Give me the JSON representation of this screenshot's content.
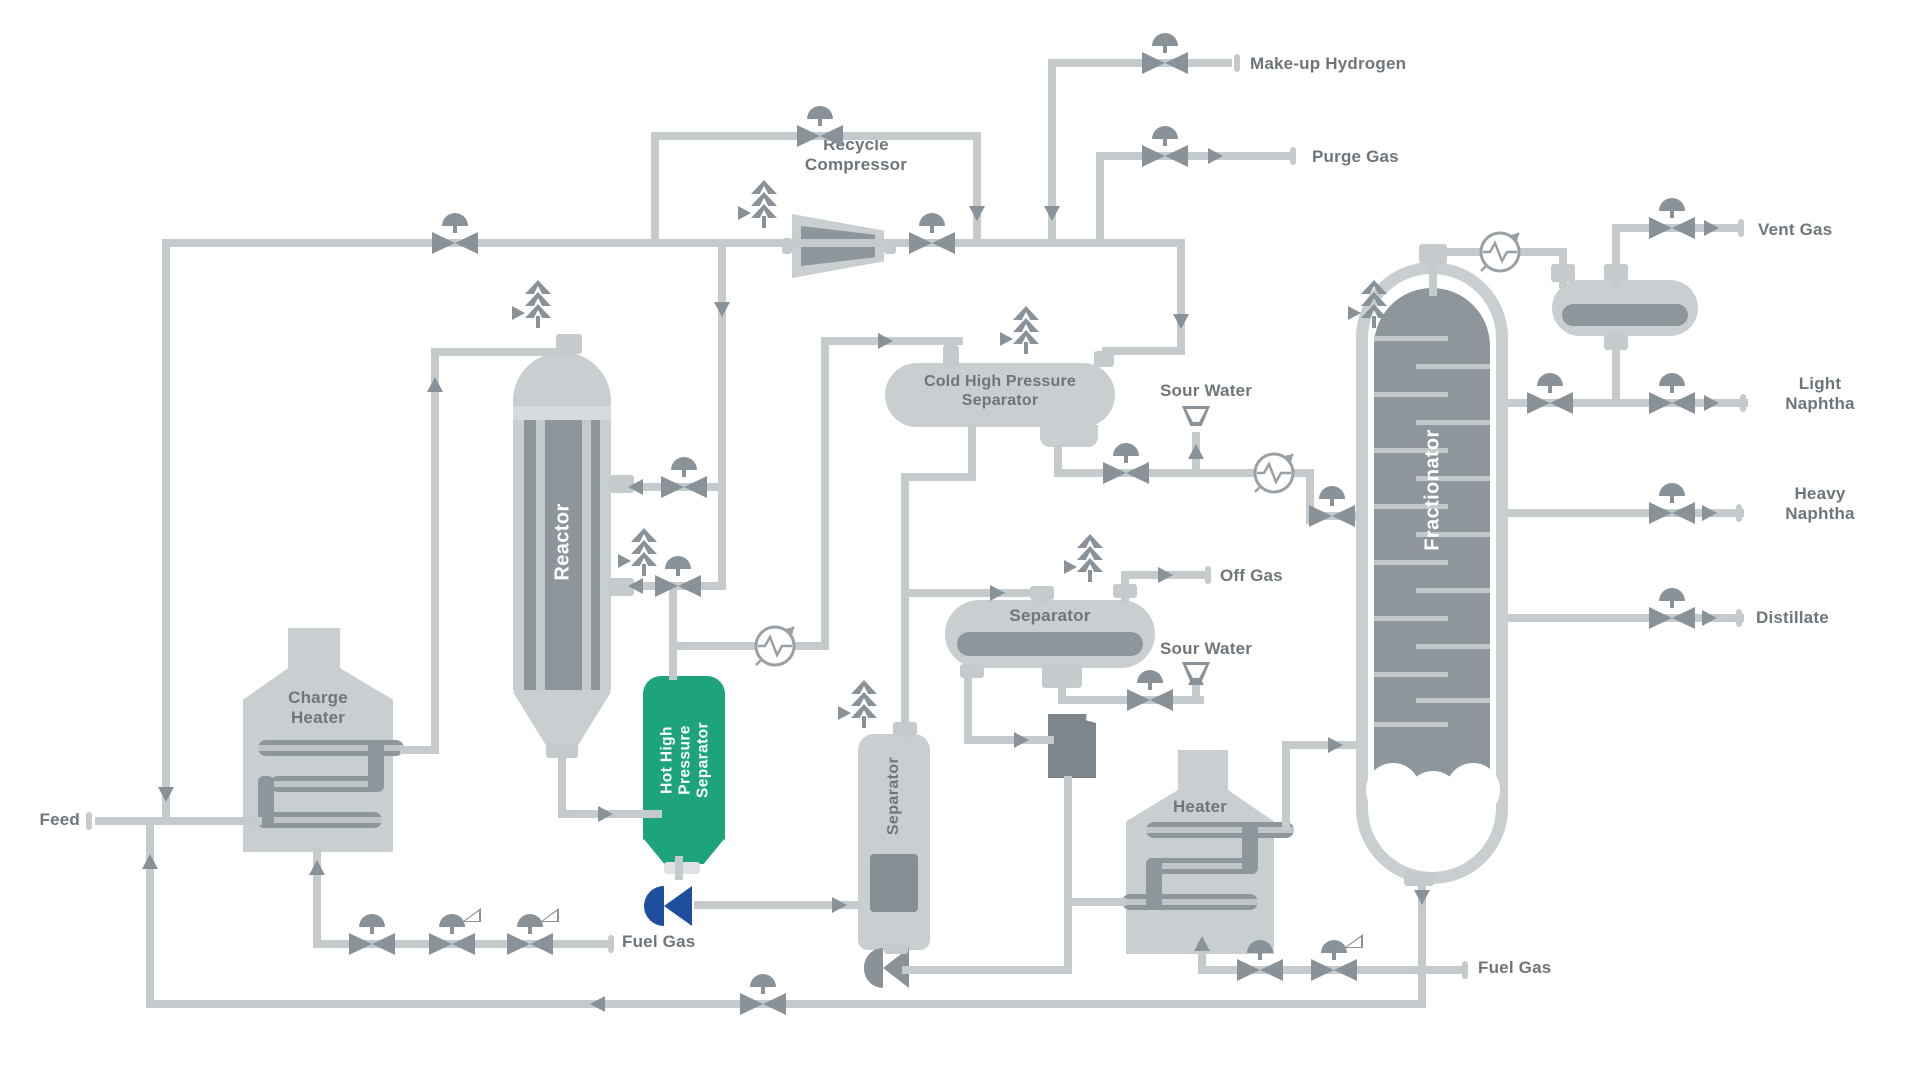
{
  "colors": {
    "background": "#ffffff",
    "pipe_gray": "#c5cacd",
    "vessel_gray": "#c9ced1",
    "internals_gray": "#8f969b",
    "hardware_gray": "#8a9299",
    "label_gray": "#6e767b",
    "highlight_green": "#1ea47c",
    "valve_blue": "#1e4f9f"
  },
  "highlighted_equipment": "hot_high_pressure_separator",
  "labels": {
    "feed": "Feed",
    "charge_heater": "Charge\nHeater",
    "reactor": "Reactor",
    "recycle_compressor": "Recycle\nCompressor",
    "make_up_hydrogen": "Make-up Hydrogen",
    "purge_gas": "Purge Gas",
    "cold_high_pressure_separator": "Cold High Pressure\nSeparator",
    "sour_water_top": "Sour Water",
    "hot_high_pressure_separator": "Hot High\nPressure\nSeparator",
    "separator": "Separator",
    "off_gas": "Off Gas",
    "sour_water_mid": "Sour Water",
    "separator_small": "Separator",
    "heater": "Heater",
    "fractionator": "Fractionator",
    "vent_gas": "Vent Gas",
    "light_naphtha": "Light\nNaphtha",
    "heavy_naphtha": "Heavy\nNaphtha",
    "distillate": "Distillate",
    "fuel_gas_left": "Fuel Gas",
    "fuel_gas_right": "Fuel Gas"
  }
}
